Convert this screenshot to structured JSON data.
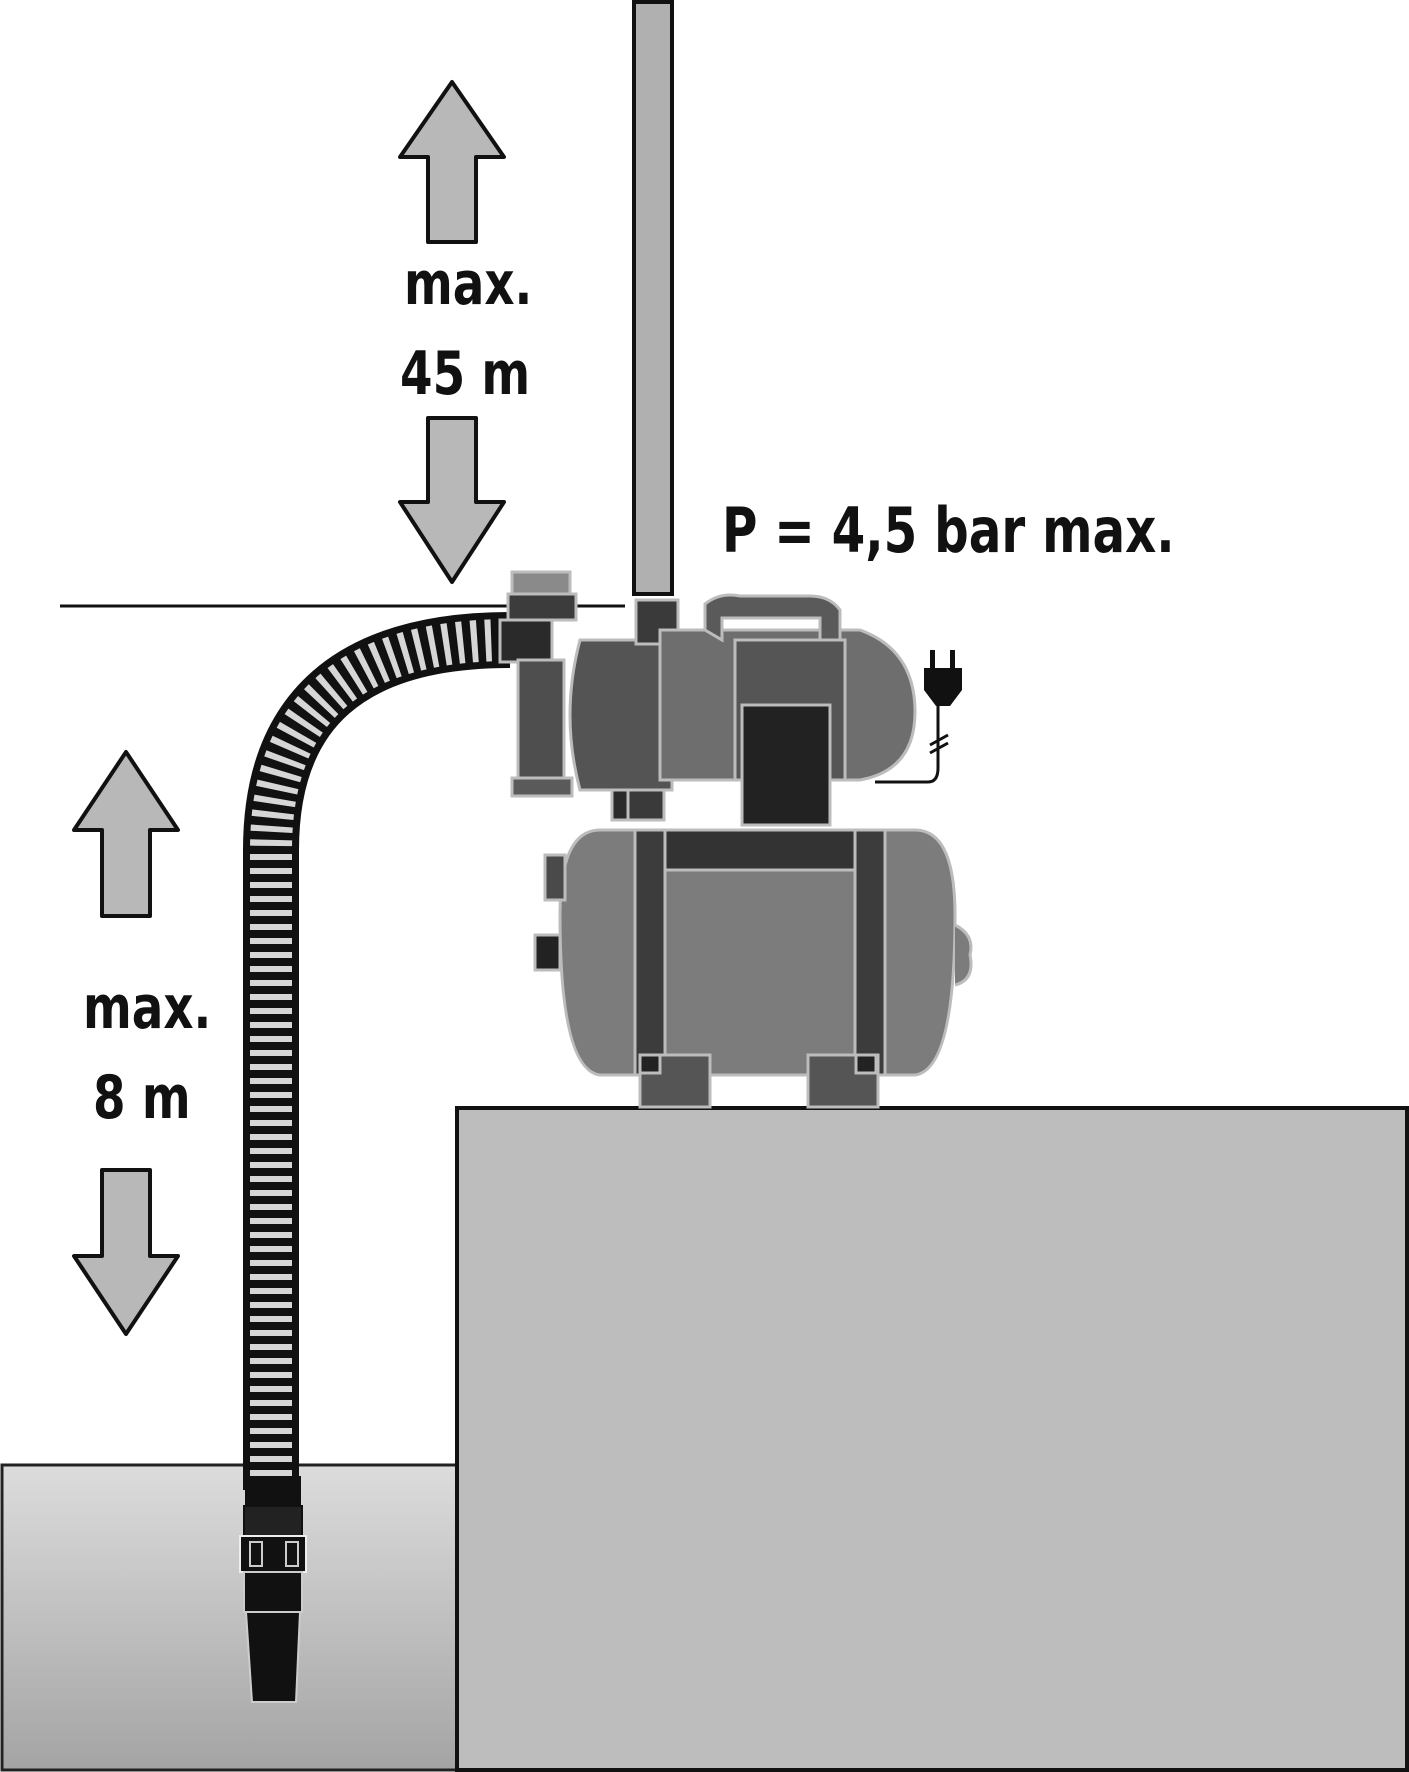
{
  "labels": {
    "suction_max": "max.",
    "suction_value": "8 m",
    "delivery_max": "max.",
    "delivery_value": "45 m",
    "pressure": "P = 4,5 bar max."
  },
  "icons": {
    "up_arrow": "arrow-up-icon",
    "down_arrow": "arrow-down-icon",
    "power_plug": "power-plug-icon"
  },
  "colors": {
    "background": "#ffffff",
    "platform": "#bdbdbd",
    "water_top": "#dcdcdc",
    "water_bottom": "#a8a8a8",
    "pump_dark": "#4a4a4a",
    "pump_mid": "#7a7a7a",
    "pump_light": "#9a9a9a",
    "arrow_fill": "#b8b8b8",
    "outline": "#111111"
  }
}
